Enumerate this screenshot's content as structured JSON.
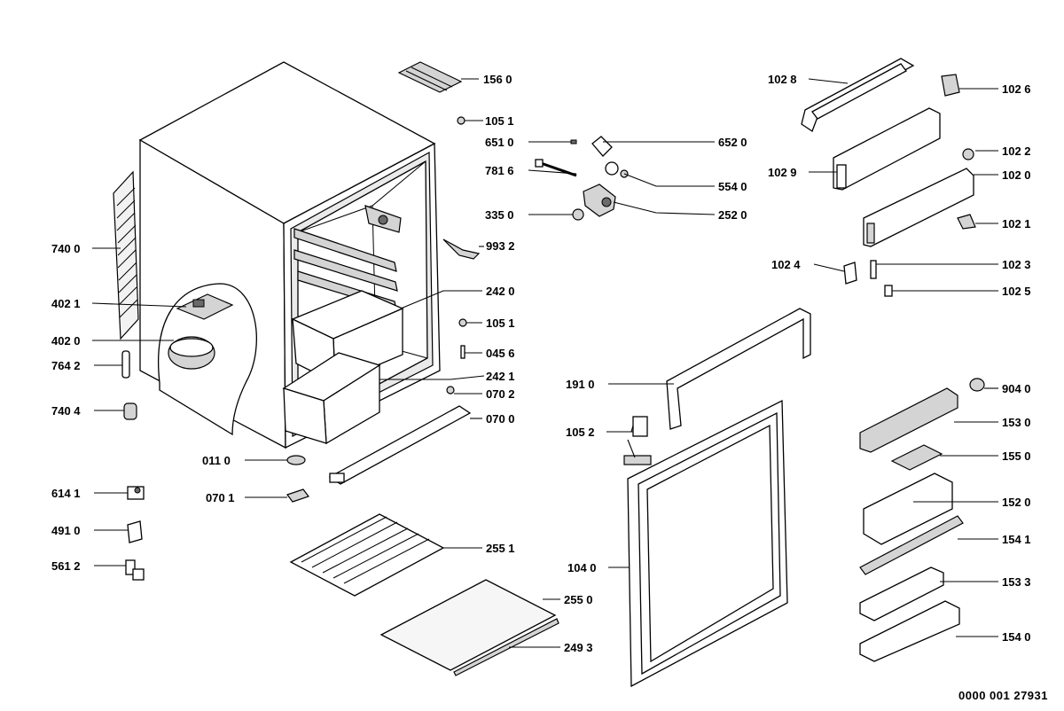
{
  "diagram_data": {
    "document_number": "0000 001 27931",
    "parts": [
      {
        "id": "p1560",
        "label": "156 0"
      },
      {
        "id": "p1051a",
        "label": "105 1"
      },
      {
        "id": "p6510",
        "label": "651 0"
      },
      {
        "id": "p6520",
        "label": "652 0"
      },
      {
        "id": "p7816",
        "label": "781 6"
      },
      {
        "id": "p5540",
        "label": "554 0"
      },
      {
        "id": "p3350",
        "label": "335 0"
      },
      {
        "id": "p2520",
        "label": "252 0"
      },
      {
        "id": "p9932",
        "label": "993 2"
      },
      {
        "id": "p2420",
        "label": "242 0"
      },
      {
        "id": "p1051b",
        "label": "105 1"
      },
      {
        "id": "p0456",
        "label": "045 6"
      },
      {
        "id": "p2421",
        "label": "242 1"
      },
      {
        "id": "p0702",
        "label": "070 2"
      },
      {
        "id": "p0700",
        "label": "070 0"
      },
      {
        "id": "p0110",
        "label": "011 0"
      },
      {
        "id": "p0701",
        "label": "070 1"
      },
      {
        "id": "p2551",
        "label": "255 1"
      },
      {
        "id": "p2550",
        "label": "255 0"
      },
      {
        "id": "p2493",
        "label": "249 3"
      },
      {
        "id": "p7400",
        "label": "740 0"
      },
      {
        "id": "p4021",
        "label": "402 1"
      },
      {
        "id": "p4020",
        "label": "402 0"
      },
      {
        "id": "p7642",
        "label": "764 2"
      },
      {
        "id": "p7404",
        "label": "740 4"
      },
      {
        "id": "p6141",
        "label": "614 1"
      },
      {
        "id": "p4910",
        "label": "491 0"
      },
      {
        "id": "p5612",
        "label": "561 2"
      },
      {
        "id": "p1028",
        "label": "102 8"
      },
      {
        "id": "p1026",
        "label": "102 6"
      },
      {
        "id": "p1022",
        "label": "102 2"
      },
      {
        "id": "p1029",
        "label": "102 9"
      },
      {
        "id": "p1020",
        "label": "102 0"
      },
      {
        "id": "p1021",
        "label": "102 1"
      },
      {
        "id": "p1024",
        "label": "102 4"
      },
      {
        "id": "p1023",
        "label": "102 3"
      },
      {
        "id": "p1025",
        "label": "102 5"
      },
      {
        "id": "p1910",
        "label": "191 0"
      },
      {
        "id": "p1052",
        "label": "105 2"
      },
      {
        "id": "p1040",
        "label": "104 0"
      },
      {
        "id": "p9040",
        "label": "904 0"
      },
      {
        "id": "p1530",
        "label": "153 0"
      },
      {
        "id": "p1550",
        "label": "155 0"
      },
      {
        "id": "p1520",
        "label": "152 0"
      },
      {
        "id": "p1541",
        "label": "154 1"
      },
      {
        "id": "p1533",
        "label": "153 3"
      },
      {
        "id": "p1540",
        "label": "154 0"
      }
    ]
  }
}
